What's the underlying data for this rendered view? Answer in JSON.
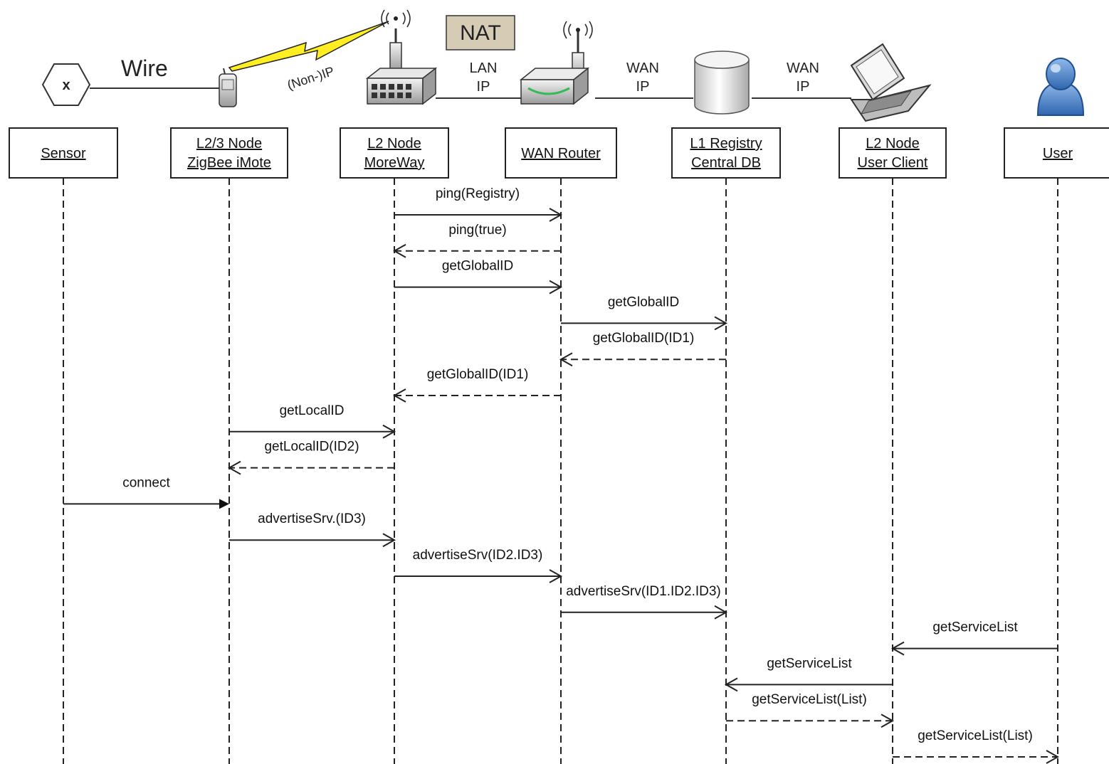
{
  "top": {
    "wire_label": "Wire",
    "wireless_label": "(Non-)IP",
    "nat_label": "NAT",
    "lan_label": [
      "LAN",
      "IP"
    ],
    "wan1_label": [
      "WAN",
      "IP"
    ],
    "wan2_label": [
      "WAN",
      "IP"
    ],
    "sensor_symbol": "x"
  },
  "participants": [
    {
      "id": "sensor",
      "lines": [
        "Sensor"
      ],
      "icon": "sensor-icon"
    },
    {
      "id": "zigbee",
      "lines": [
        "L2/3 Node",
        "ZigBee iMote"
      ],
      "icon": "mote-device-icon"
    },
    {
      "id": "moreway",
      "lines": [
        "L2 Node",
        "MoreWay"
      ],
      "icon": "switch-router-icon"
    },
    {
      "id": "wanrouter",
      "lines": [
        "WAN Router"
      ],
      "icon": "wireless-router-icon"
    },
    {
      "id": "registry",
      "lines": [
        "L1 Registry",
        "Central DB"
      ],
      "icon": "database-icon"
    },
    {
      "id": "client",
      "lines": [
        "L2 Node",
        "User Client"
      ],
      "icon": "laptop-icon"
    },
    {
      "id": "user",
      "lines": [
        "User"
      ],
      "icon": "user-icon"
    }
  ],
  "messages": [
    {
      "from": "moreway",
      "to": "wanrouter",
      "label": "ping(Registry)",
      "style": "solid"
    },
    {
      "from": "wanrouter",
      "to": "moreway",
      "label": "ping(true)",
      "style": "dashed"
    },
    {
      "from": "moreway",
      "to": "wanrouter",
      "label": "getGlobalID",
      "style": "solid"
    },
    {
      "from": "wanrouter",
      "to": "registry",
      "label": "getGlobalID",
      "style": "solid"
    },
    {
      "from": "registry",
      "to": "wanrouter",
      "label": "getGlobalID(ID1)",
      "style": "dashed"
    },
    {
      "from": "wanrouter",
      "to": "moreway",
      "label": "getGlobalID(ID1)",
      "style": "dashed"
    },
    {
      "from": "zigbee",
      "to": "moreway",
      "label": "getLocalID",
      "style": "solid"
    },
    {
      "from": "moreway",
      "to": "zigbee",
      "label": "getLocalID(ID2)",
      "style": "dashed"
    },
    {
      "from": "sensor",
      "to": "zigbee",
      "label": "connect",
      "style": "filled"
    },
    {
      "from": "zigbee",
      "to": "moreway",
      "label": "advertiseSrv.(ID3)",
      "style": "solid"
    },
    {
      "from": "moreway",
      "to": "wanrouter",
      "label": "advertiseSrv(ID2.ID3)",
      "style": "solid"
    },
    {
      "from": "wanrouter",
      "to": "registry",
      "label": "advertiseSrv(ID1.ID2.ID3)",
      "style": "solid"
    },
    {
      "from": "user",
      "to": "client",
      "label": "getServiceList",
      "style": "solid"
    },
    {
      "from": "client",
      "to": "registry",
      "label": "getServiceList",
      "style": "solid"
    },
    {
      "from": "registry",
      "to": "client",
      "label": "getServiceList(List)",
      "style": "dashed"
    },
    {
      "from": "client",
      "to": "user",
      "label": "getServiceList(List)",
      "style": "dashed"
    }
  ]
}
